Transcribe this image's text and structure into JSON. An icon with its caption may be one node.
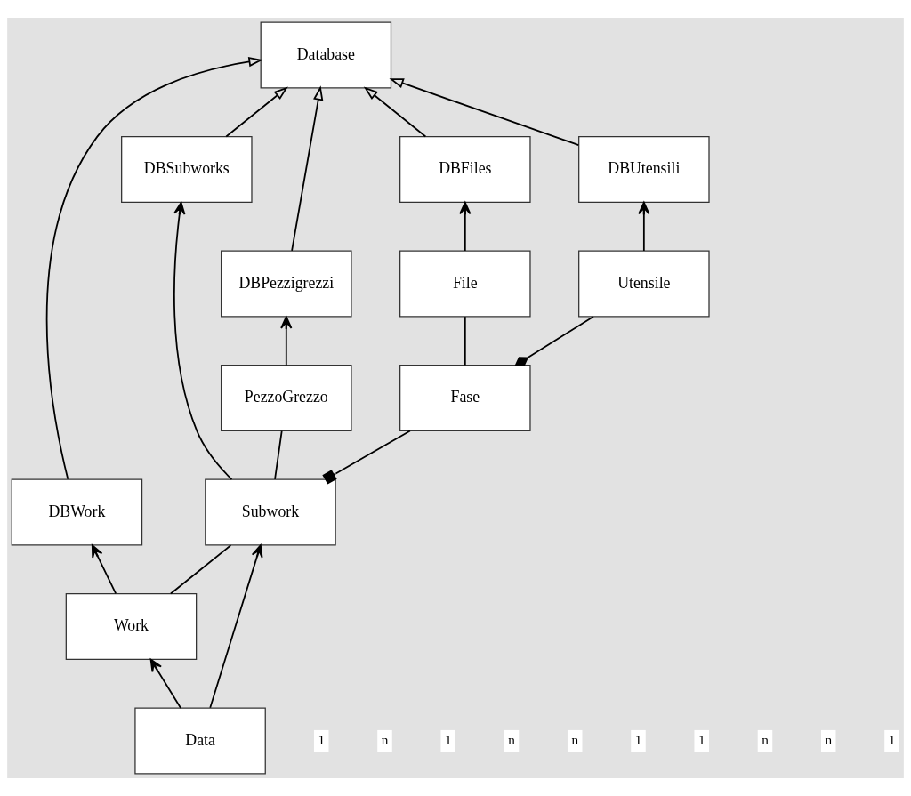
{
  "diagram": {
    "nodes": [
      {
        "text": [
          "DBWork"
        ]
      },
      {
        "text": [
          "Database"
        ]
      },
      {
        "text": [
          "DBSubworks"
        ]
      },
      {
        "text": [
          "DBPezzigrezzi"
        ]
      },
      {
        "text": [
          "Work"
        ]
      },
      {
        "text": [
          "DBUtensili"
        ]
      },
      {
        "text": [
          "PezzoGrezzo"
        ]
      },
      {
        "text": [
          "DBFiles"
        ]
      },
      {
        "text": [
          "Subwork"
        ]
      },
      {
        "text": [
          "File"
        ]
      },
      {
        "text": [
          "Data"
        ]
      },
      {
        "text": [
          "Fase"
        ]
      },
      {
        "text": [
          "Utensile"
        ]
      }
    ],
    "edges": [
      {
        "from": 0,
        "to": 1,
        "arrow": "to"
      },
      {
        "from": 2,
        "to": 1,
        "arrow": "to"
      },
      {
        "from": 3,
        "to": 1,
        "arrow": "to"
      },
      {
        "from": 7,
        "to": 1,
        "arrow": "to"
      },
      {
        "from": 5,
        "to": 1,
        "arrow": "to"
      },
      {
        "from": 4,
        "to": 0,
        "arrow": "to"
      },
      {
        "from": 8,
        "to": 2,
        "arrow": "to"
      },
      {
        "from": 6,
        "to": 3,
        "arrow": "to"
      },
      {
        "from": 9,
        "to": 7,
        "arrow": "to"
      },
      {
        "from": 12,
        "to": 5,
        "arrow": "to"
      },
      {
        "from": 10,
        "to": 4,
        "arrow": "to"
      },
      {
        "from": 10,
        "to": 8,
        "arrow": "to"
      },
      {
        "from": 4,
        "to": 8,
        "arrow": "none"
      },
      {
        "from": 8,
        "to": 6,
        "arrow": "none"
      },
      {
        "from": 8,
        "to": 11,
        "arrow": "other"
      },
      {
        "from": 11,
        "to": 9,
        "arrow": "none"
      },
      {
        "from": 11,
        "to": 12,
        "arrow": "other"
      }
    ],
    "labels": [
      "1",
      "n",
      "1",
      "n",
      "n",
      "1",
      "1",
      "n",
      "n",
      "1"
    ]
  }
}
